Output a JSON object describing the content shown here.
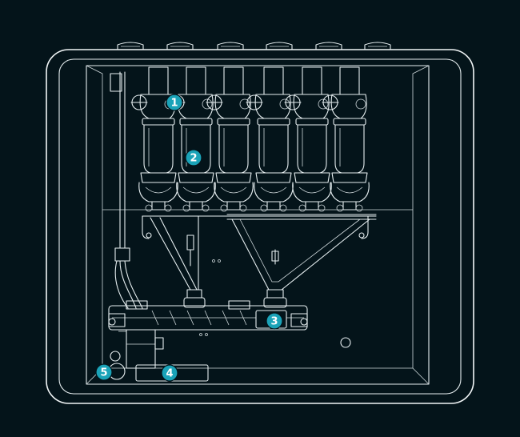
{
  "colors": {
    "background": "#04141a",
    "line": "#e6eef0",
    "marker": "#1aa3b8",
    "marker_text": "#ffffff"
  },
  "markers": [
    {
      "id": "1",
      "label": "1"
    },
    {
      "id": "2",
      "label": "2"
    },
    {
      "id": "3",
      "label": "3"
    },
    {
      "id": "4",
      "label": "4"
    },
    {
      "id": "5",
      "label": "5"
    }
  ]
}
